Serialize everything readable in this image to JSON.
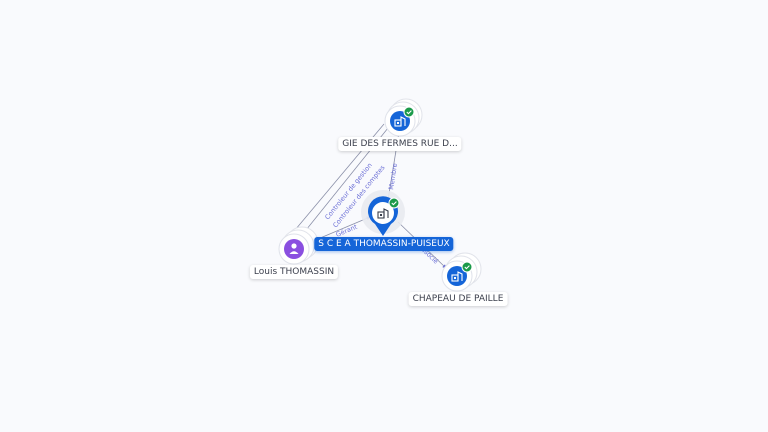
{
  "colors": {
    "background": "#f9fafd",
    "company_node": "#1565d8",
    "person_node": "#8a4fe0",
    "check_badge": "#1b9a4a",
    "edge": "#8a8fa8",
    "edge_label": "#6b6fd6"
  },
  "nodes": {
    "center": {
      "label": "S C E A THOMASSIN-PUISEUX",
      "icon": "building-icon"
    },
    "gie": {
      "label": "GIE DES FERMES RUE D...",
      "icon": "building-icon"
    },
    "chapeau": {
      "label": "CHAPEAU DE PAILLE",
      "icon": "building-icon"
    },
    "louis": {
      "label": "Louis THOMASSIN",
      "icon": "person-icon"
    }
  },
  "edges": {
    "gie_center": {
      "label": "Membre"
    },
    "louis_gie_1": {
      "label": "Controleur des comptes"
    },
    "louis_gie_2": {
      "label": "Controleur de gestion"
    },
    "louis_center": {
      "label": "Gérant"
    },
    "center_chapeau": {
      "label": "Associé"
    }
  }
}
